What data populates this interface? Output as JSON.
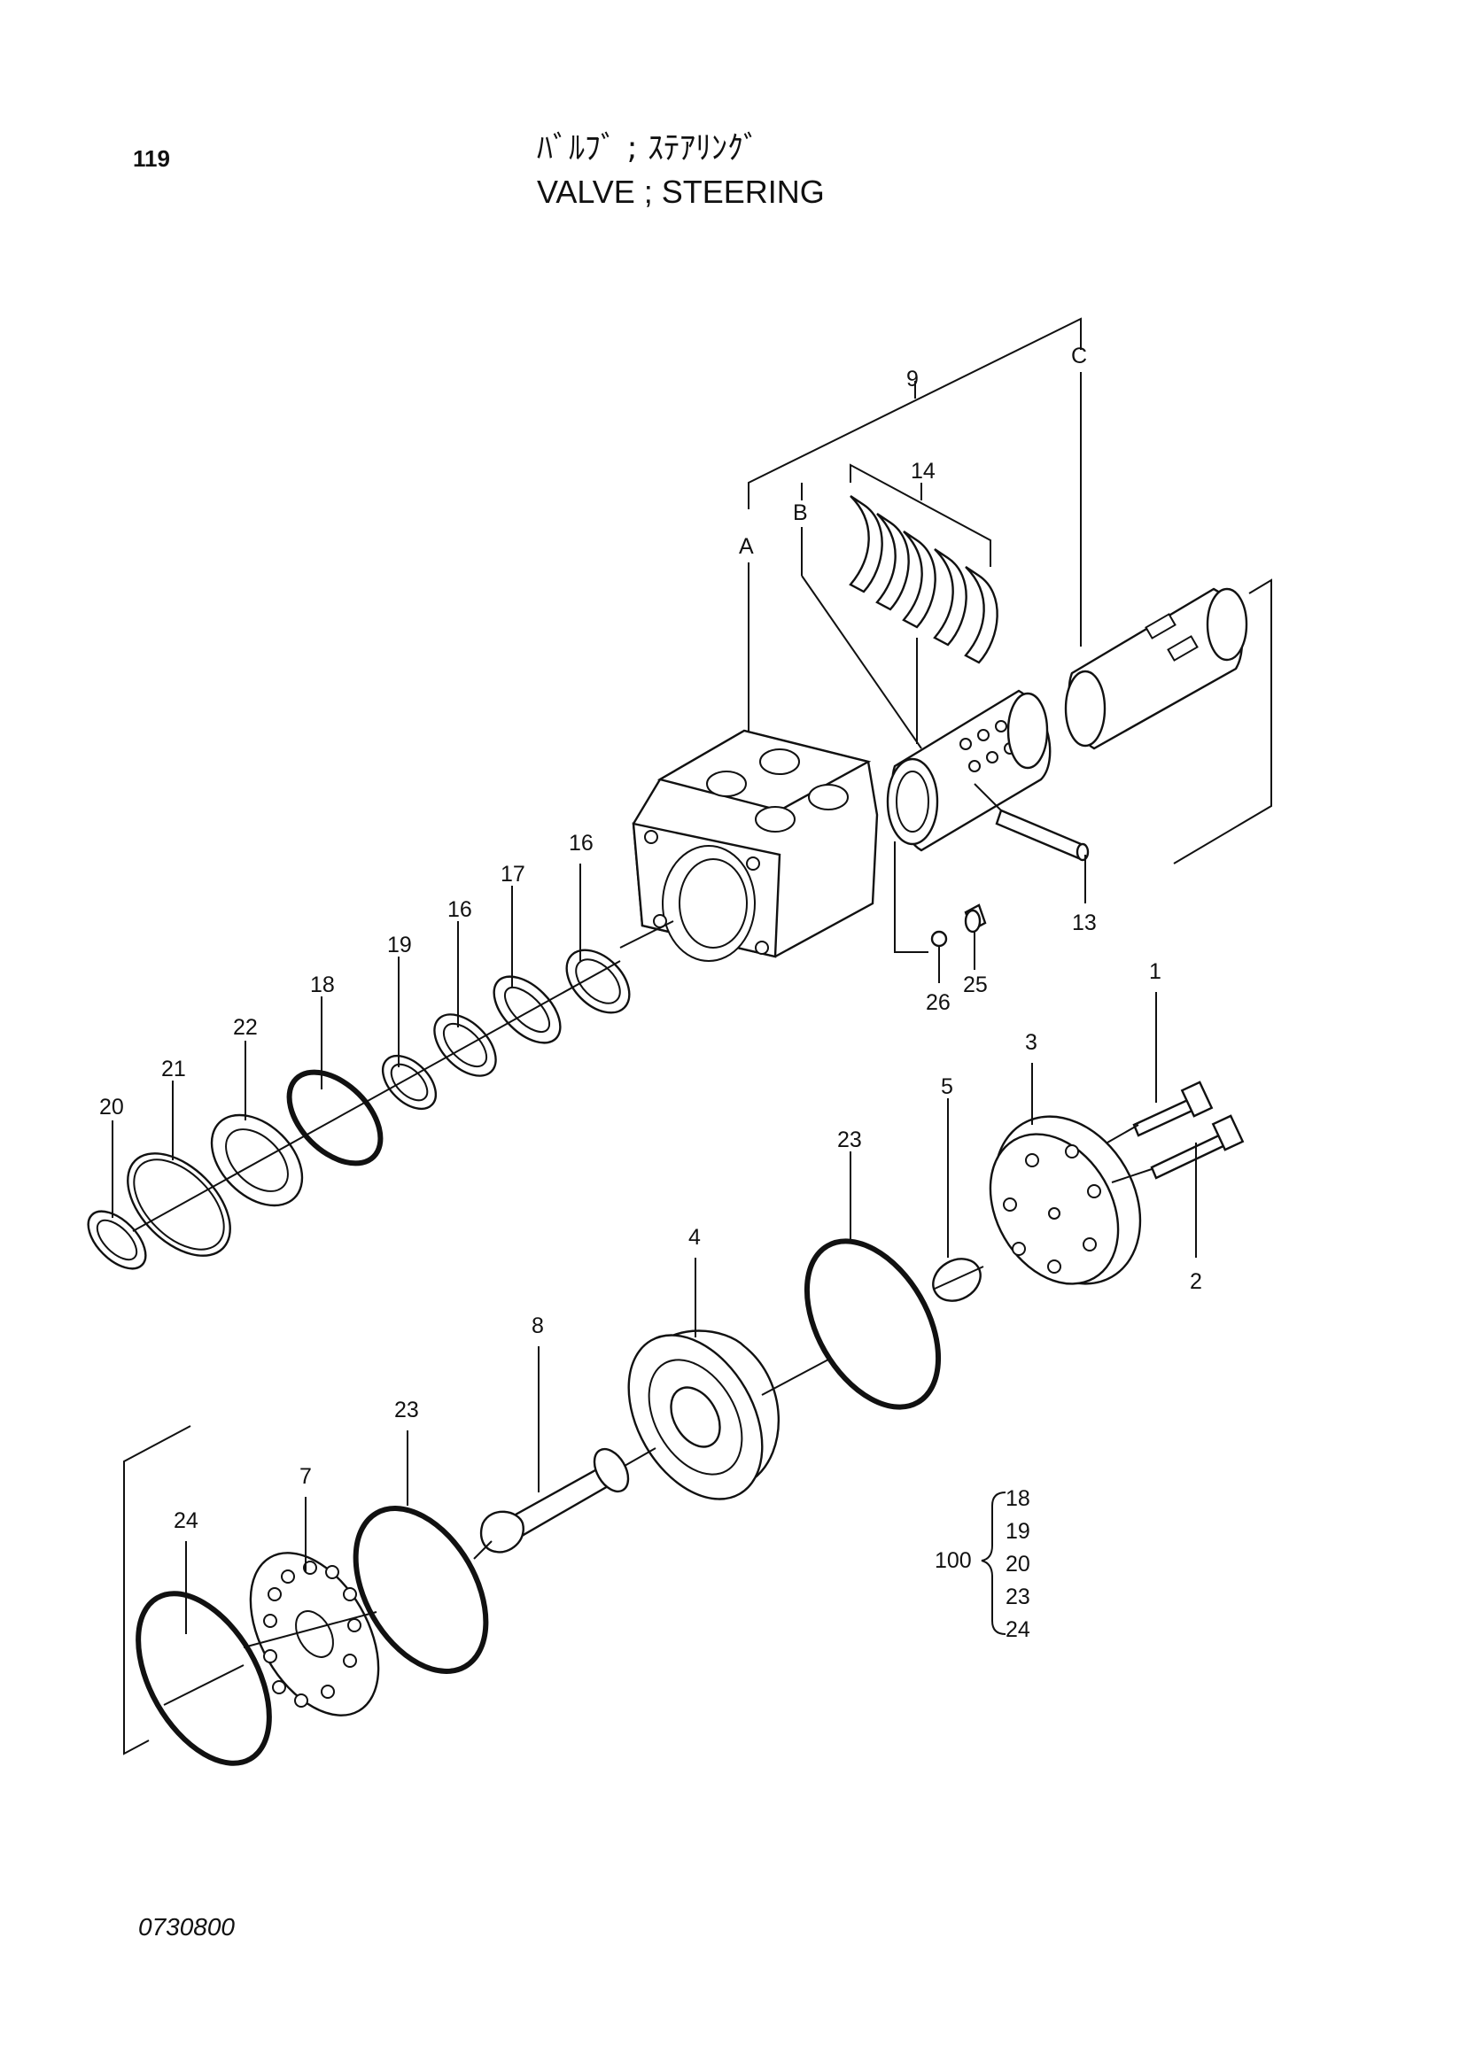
{
  "header": {
    "page_number": "119",
    "title_jp": "ﾊﾞﾙﾌﾞ ; ｽﾃｱﾘﾝｸﾞ",
    "title_en": "VALVE ; STEERING"
  },
  "footer": {
    "doc_code": "0730800"
  },
  "callouts": {
    "p1": "1",
    "p2": "2",
    "p3": "3",
    "p4": "4",
    "p5": "5",
    "p7": "7",
    "p8": "8",
    "p9": "9",
    "p13": "13",
    "p14": "14",
    "p16a": "16",
    "p16b": "16",
    "p17": "17",
    "p18": "18",
    "p19": "19",
    "p20": "20",
    "p21": "21",
    "p22": "22",
    "p23a": "23",
    "p23b": "23",
    "p24": "24",
    "p25": "25",
    "p26": "26",
    "A": "A",
    "B": "B",
    "C": "C"
  },
  "kit": {
    "number": "100",
    "items": [
      "18",
      "19",
      "20",
      "23",
      "24"
    ]
  }
}
